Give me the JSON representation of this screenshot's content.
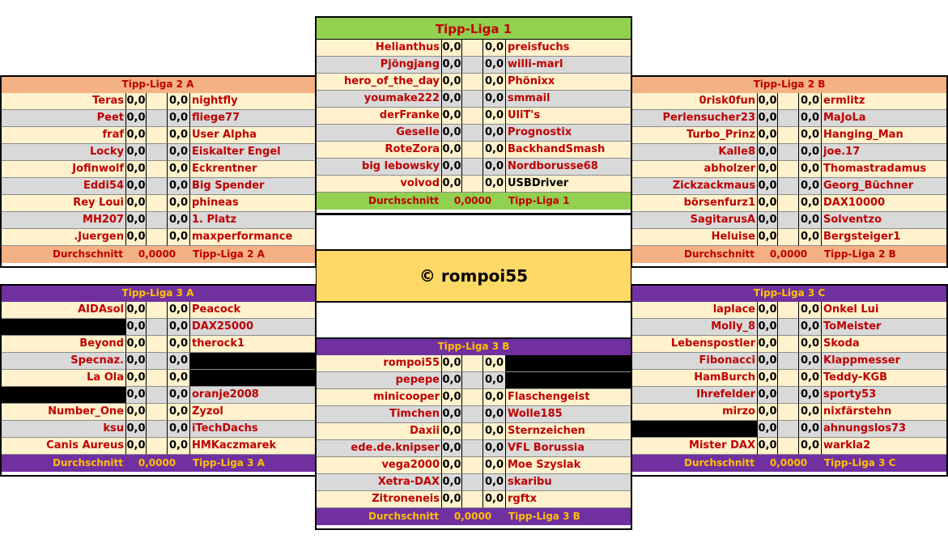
{
  "copyright": "© rompoi55",
  "colors": {
    "liga1": "#92d050",
    "liga2": "#f4b183",
    "liga3": "#7030a0",
    "name_red": "#c00000",
    "row_odd": "#fff2cc",
    "row_even": "#d9d9d9",
    "copyright_bg": "#ffd966"
  },
  "leagues": {
    "l1": {
      "title": "Tipp-Liga 1",
      "rows": [
        {
          "home": "Helianthus",
          "hs": "0,0",
          "as": "0,0",
          "away": "preisfuchs"
        },
        {
          "home": "Pjöngjang",
          "hs": "0,0",
          "as": "0,0",
          "away": "willi-marl"
        },
        {
          "home": "hero_of_the_day",
          "hs": "0,0",
          "as": "0,0",
          "away": "Phönixx"
        },
        {
          "home": "youmake222",
          "hs": "0,0",
          "as": "0,0",
          "away": "smmail"
        },
        {
          "home": "derFranke",
          "hs": "0,0",
          "as": "0,0",
          "away": "UliT's"
        },
        {
          "home": "Geselle",
          "hs": "0,0",
          "as": "0,0",
          "away": "Prognostix"
        },
        {
          "home": "RoteZora",
          "hs": "0,0",
          "as": "0,0",
          "away": "BackhandSmash"
        },
        {
          "home": "big lebowsky",
          "hs": "0,0",
          "as": "0,0",
          "away": "Nordborusse68"
        },
        {
          "home": "voivod",
          "hs": "0,0",
          "as": "0,0",
          "away": "USBDriver"
        }
      ],
      "footer": {
        "label": "Durchschnitt",
        "value": "0,0000",
        "name": "Tipp-Liga 1"
      }
    },
    "l2a": {
      "title": "Tipp-Liga 2 A",
      "rows": [
        {
          "home": "Teras",
          "hs": "0,0",
          "as": "0,0",
          "away": "nightfly"
        },
        {
          "home": "Peet",
          "hs": "0,0",
          "as": "0,0",
          "away": "fliege77"
        },
        {
          "home": "fraf",
          "hs": "0,0",
          "as": "0,0",
          "away": "User Alpha"
        },
        {
          "home": "Locky",
          "hs": "0,0",
          "as": "0,0",
          "away": "Eiskalter Engel"
        },
        {
          "home": "Jofinwolf",
          "hs": "0,0",
          "as": "0,0",
          "away": "Eckrentner"
        },
        {
          "home": "Eddi54",
          "hs": "0,0",
          "as": "0,0",
          "away": "Big Spender"
        },
        {
          "home": "Rey Loui",
          "hs": "0,0",
          "as": "0,0",
          "away": "phineas"
        },
        {
          "home": "MH207",
          "hs": "0,0",
          "as": "0,0",
          "away": "1. Platz"
        },
        {
          "home": ".Juergen",
          "hs": "0,0",
          "as": "0,0",
          "away": "maxperformance"
        }
      ],
      "footer": {
        "label": "Durchschnitt",
        "value": "0,0000",
        "name": "Tipp-Liga 2 A"
      }
    },
    "l2b": {
      "title": "Tipp-Liga 2 B",
      "rows": [
        {
          "home": "0risk0fun",
          "hs": "0,0",
          "as": "0,0",
          "away": "ermlitz"
        },
        {
          "home": "Perlensucher23",
          "hs": "0,0",
          "as": "0,0",
          "away": "MaJoLa"
        },
        {
          "home": "Turbo_Prinz",
          "hs": "0,0",
          "as": "0,0",
          "away": "Hanging_Man"
        },
        {
          "home": "Kalle8",
          "hs": "0,0",
          "as": "0,0",
          "away": "joe.17"
        },
        {
          "home": "abholzer",
          "hs": "0,0",
          "as": "0,0",
          "away": "Thomastradamus"
        },
        {
          "home": "Zickzackmaus",
          "hs": "0,0",
          "as": "0,0",
          "away": "Georg_Büchner"
        },
        {
          "home": "börsenfurz1",
          "hs": "0,0",
          "as": "0,0",
          "away": "DAX10000"
        },
        {
          "home": "SagitarusA",
          "hs": "0,0",
          "as": "0,0",
          "away": "Solventzo"
        },
        {
          "home": "Heluise",
          "hs": "0,0",
          "as": "0,0",
          "away": "Bergsteiger1"
        }
      ],
      "footer": {
        "label": "Durchschnitt",
        "value": "0,0000",
        "name": "Tipp-Liga 2 B"
      }
    },
    "l3a": {
      "title": "Tipp-Liga 3 A",
      "rows": [
        {
          "home": "AIDAsol",
          "hs": "0,0",
          "as": "0,0",
          "away": "Peacock"
        },
        {
          "home": "",
          "hs": "0,0",
          "as": "0,0",
          "away": "DAX25000"
        },
        {
          "home": "Beyond",
          "hs": "0,0",
          "as": "0,0",
          "away": "therock1"
        },
        {
          "home": "Specnaz.",
          "hs": "0,0",
          "as": "0,0",
          "away": ""
        },
        {
          "home": "La Ola",
          "hs": "0,0",
          "as": "0,0",
          "away": ""
        },
        {
          "home": "",
          "hs": "0,0",
          "as": "0,0",
          "away": "oranje2008"
        },
        {
          "home": "Number_One",
          "hs": "0,0",
          "as": "0,0",
          "away": "Zyzol"
        },
        {
          "home": "ksu",
          "hs": "0,0",
          "as": "0,0",
          "away": "iTechDachs"
        },
        {
          "home": "Canis Aureus",
          "hs": "0,0",
          "as": "0,0",
          "away": "HMKaczmarek"
        }
      ],
      "footer": {
        "label": "Durchschnitt",
        "value": "0,0000",
        "name": "Tipp-Liga 3 A"
      }
    },
    "l3b": {
      "title": "Tipp-Liga 3 B",
      "rows": [
        {
          "home": "rompoi55",
          "hs": "0,0",
          "as": "0,0",
          "away": ""
        },
        {
          "home": "pepepe",
          "hs": "0,0",
          "as": "0,0",
          "away": ""
        },
        {
          "home": "minicooper",
          "hs": "0,0",
          "as": "0,0",
          "away": "Flaschengeist"
        },
        {
          "home": "Timchen",
          "hs": "0,0",
          "as": "0,0",
          "away": "Wolle185"
        },
        {
          "home": "Daxii",
          "hs": "0,0",
          "as": "0,0",
          "away": "Sternzeichen"
        },
        {
          "home": "ede.de.knipser",
          "hs": "0,0",
          "as": "0,0",
          "away": "VFL Borussia"
        },
        {
          "home": "vega2000",
          "hs": "0,0",
          "as": "0,0",
          "away": "Moe Szyslak"
        },
        {
          "home": "Xetra-DAX",
          "hs": "0,0",
          "as": "0,0",
          "away": "skaribu"
        },
        {
          "home": "Zitroneneis",
          "hs": "0,0",
          "as": "0,0",
          "away": "rgftx"
        }
      ],
      "footer": {
        "label": "Durchschnitt",
        "value": "0,0000",
        "name": "Tipp-Liga 3 B"
      }
    },
    "l3c": {
      "title": "Tipp-Liga 3 C",
      "rows": [
        {
          "home": "laplace",
          "hs": "0,0",
          "as": "0,0",
          "away": "Onkel Lui"
        },
        {
          "home": "Molly_8",
          "hs": "0,0",
          "as": "0,0",
          "away": "ToMeister"
        },
        {
          "home": "Lebenspostler",
          "hs": "0,0",
          "as": "0,0",
          "away": "Skoda"
        },
        {
          "home": "Fibonacci",
          "hs": "0,0",
          "as": "0,0",
          "away": "Klappmesser"
        },
        {
          "home": "HamBurch",
          "hs": "0,0",
          "as": "0,0",
          "away": "Teddy-KGB"
        },
        {
          "home": "Ihrefelder",
          "hs": "0,0",
          "as": "0,0",
          "away": "sporty53"
        },
        {
          "home": "mirzo",
          "hs": "0,0",
          "as": "0,0",
          "away": "nixfärstehn"
        },
        {
          "home": "",
          "hs": "0,0",
          "as": "0,0",
          "away": "ahnungslos73"
        },
        {
          "home": "Mister DAX",
          "hs": "0,0",
          "as": "0,0",
          "away": "warkla2"
        }
      ],
      "footer": {
        "label": "Durchschnitt",
        "value": "0,0000",
        "name": "Tipp-Liga 3 C"
      }
    }
  }
}
